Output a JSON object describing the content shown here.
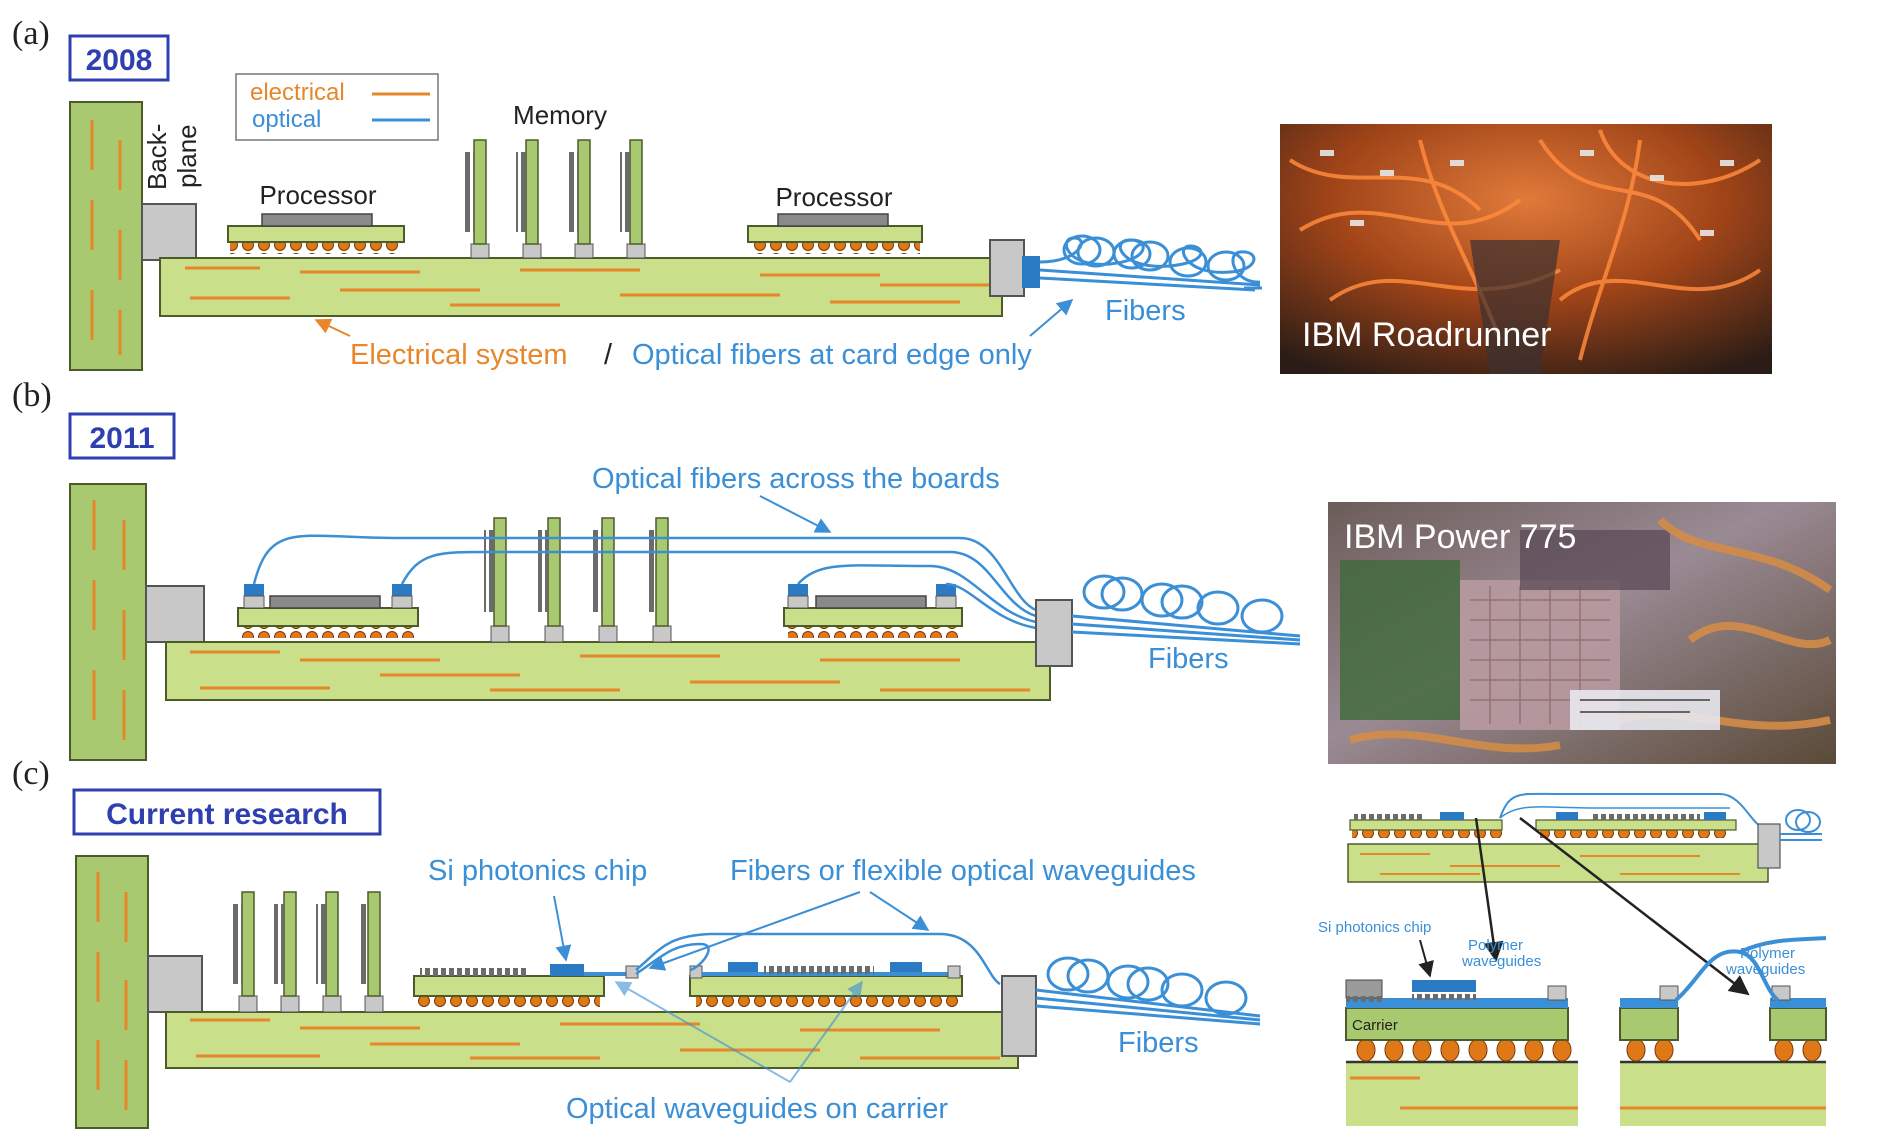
{
  "panels": {
    "a": {
      "letter": "(a)",
      "year": "2008",
      "legend_electrical": "electrical",
      "legend_optical": "optical",
      "backplane_line1": "Back-",
      "backplane_line2": "plane",
      "memory": "Memory",
      "processor_left": "Processor",
      "processor_right": "Processor",
      "fibers": "Fibers",
      "caption_electrical": "Electrical system",
      "caption_sep": "/",
      "caption_optical": "Optical fibers at card edge only",
      "photo_caption": "IBM Roadrunner"
    },
    "b": {
      "letter": "(b)",
      "year": "2011",
      "caption_optical": "Optical fibers across the boards",
      "fibers": "Fibers",
      "photo_caption": "IBM Power 775"
    },
    "c": {
      "letter": "(c)",
      "year": "Current research",
      "si_chip": "Si photonics chip",
      "flex_waveguides": "Fibers or flexible optical waveguides",
      "fibers": "Fibers",
      "carrier_waveguides": "Optical waveguides on carrier",
      "inset_si_chip": "Si photonics chip",
      "inset_polymer_left_1": "Polymer",
      "inset_polymer_left_2": "waveguides",
      "inset_polymer_right_1": "Polymer",
      "inset_polymer_right_2": "waveguides",
      "inset_carrier": "Carrier"
    }
  },
  "colors": {
    "electrical": "#e8872a",
    "optical": "#3a8fd6",
    "board": "#c9df8a",
    "board_stroke": "#4d5a2a",
    "label_blue": "#2f3fb0",
    "chip_gray": "#9a9a9a",
    "connector_gray": "#c8c8c8",
    "solder": "#e07818"
  }
}
